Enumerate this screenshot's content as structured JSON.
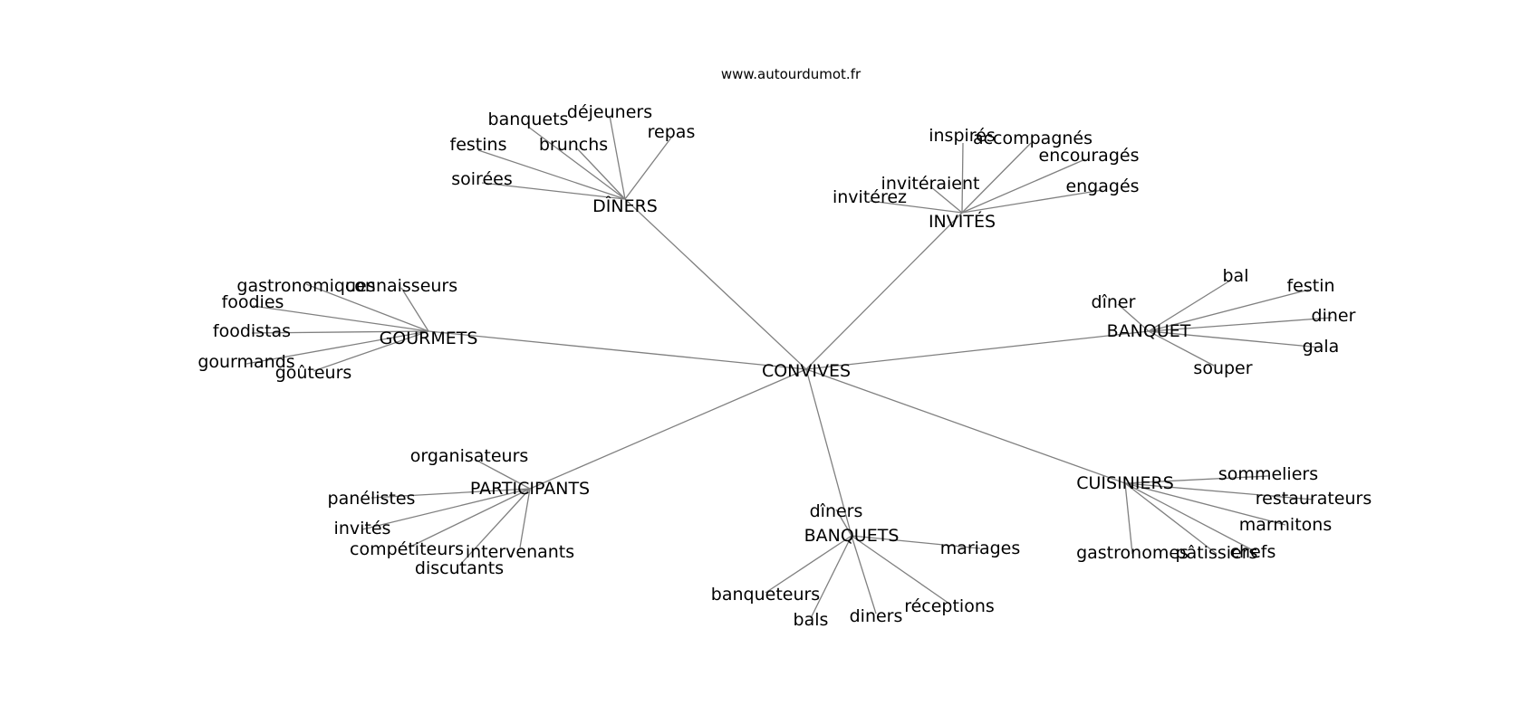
{
  "watermark": "www.autourdumot.fr",
  "center": "CONVIVES",
  "clusters": [
    {
      "label": "DÎNERS",
      "words": [
        "banquets",
        "déjeuners",
        "repas",
        "festins",
        "brunchs",
        "soirées"
      ]
    },
    {
      "label": "INVITÉS",
      "words": [
        "inspirés",
        "accompagnés",
        "encouragés",
        "invitéraient",
        "invitérez",
        "engagés"
      ]
    },
    {
      "label": "GOURMETS",
      "words": [
        "gastronomiques",
        "connaisseurs",
        "foodies",
        "foodistas",
        "gourmands",
        "goûteurs"
      ]
    },
    {
      "label": "BANQUET",
      "words": [
        "bal",
        "festin",
        "dîner",
        "diner",
        "gala",
        "souper"
      ]
    },
    {
      "label": "PARTICIPANTS",
      "words": [
        "organisateurs",
        "panélistes",
        "invités",
        "compétiteurs",
        "intervenants",
        "discutants"
      ]
    },
    {
      "label": "BANQUETS",
      "words": [
        "dîners",
        "mariages",
        "banqueteurs",
        "bals",
        "diners",
        "réceptions"
      ]
    },
    {
      "label": "CUISINIERS",
      "words": [
        "sommeliers",
        "restaurateurs",
        "marmitons",
        "gastronomes",
        "pâtissiers",
        "chefs"
      ]
    }
  ]
}
